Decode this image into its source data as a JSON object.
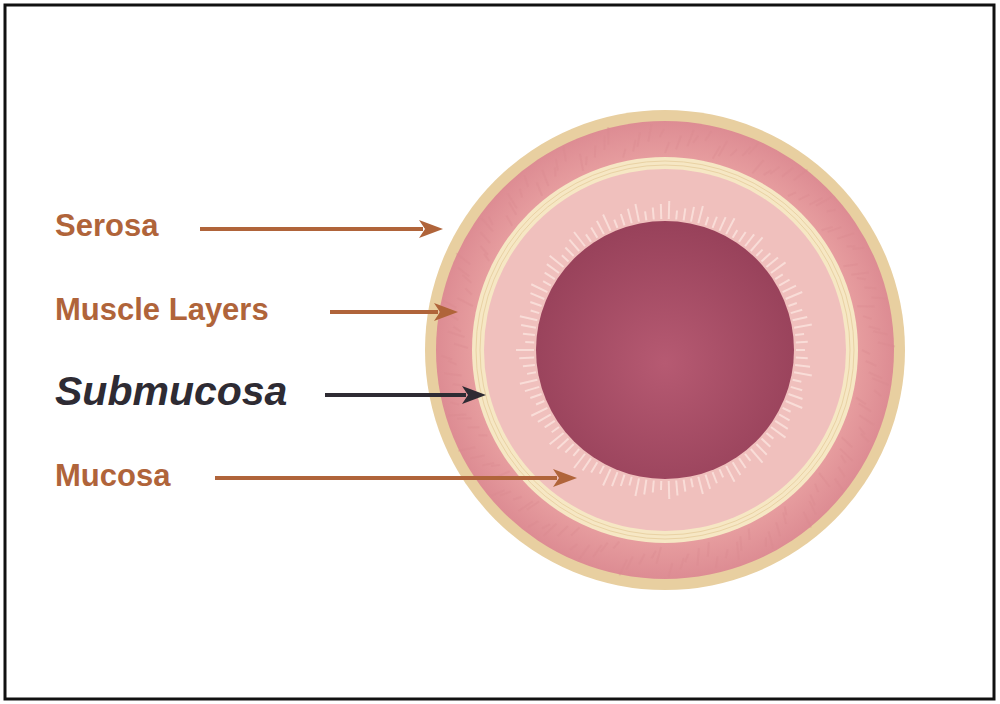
{
  "diagram": {
    "labels": [
      "Serosa",
      "Muscle Layers",
      "Submucosa",
      "Mucosa"
    ]
  }
}
